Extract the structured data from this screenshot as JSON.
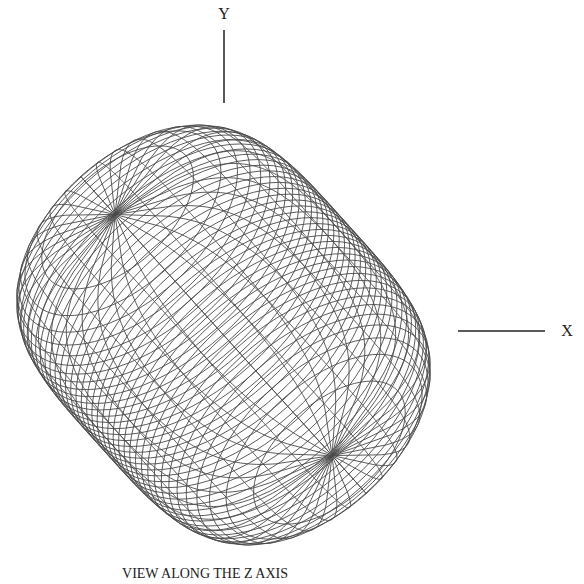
{
  "diagram": {
    "caption": "VIEW ALONG THE Z AXIS",
    "labels": [
      "Y",
      "X"
    ]
  }
}
